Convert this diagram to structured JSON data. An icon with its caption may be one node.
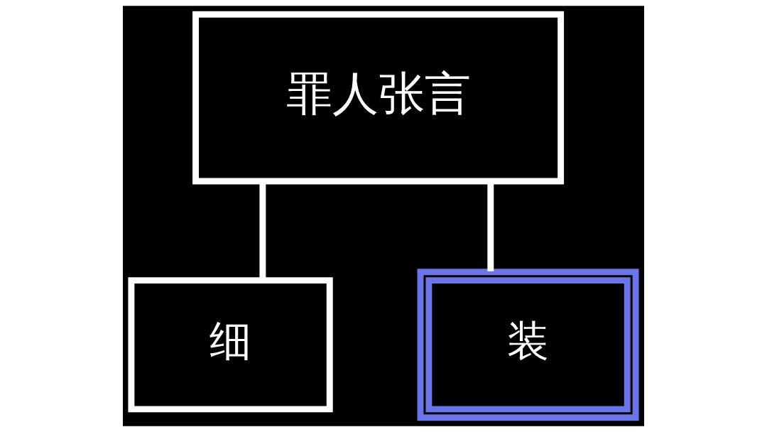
{
  "diagram": {
    "nodes": [
      {
        "text": [
          "罪人张言"
        ]
      },
      {
        "text": [
          "细"
        ]
      },
      {
        "text": [
          "装"
        ]
      }
    ],
    "edges": [
      {
        "from": 0,
        "to": 1,
        "arrow": "none"
      },
      {
        "from": 0,
        "to": 2,
        "arrow": "none"
      }
    ]
  }
}
